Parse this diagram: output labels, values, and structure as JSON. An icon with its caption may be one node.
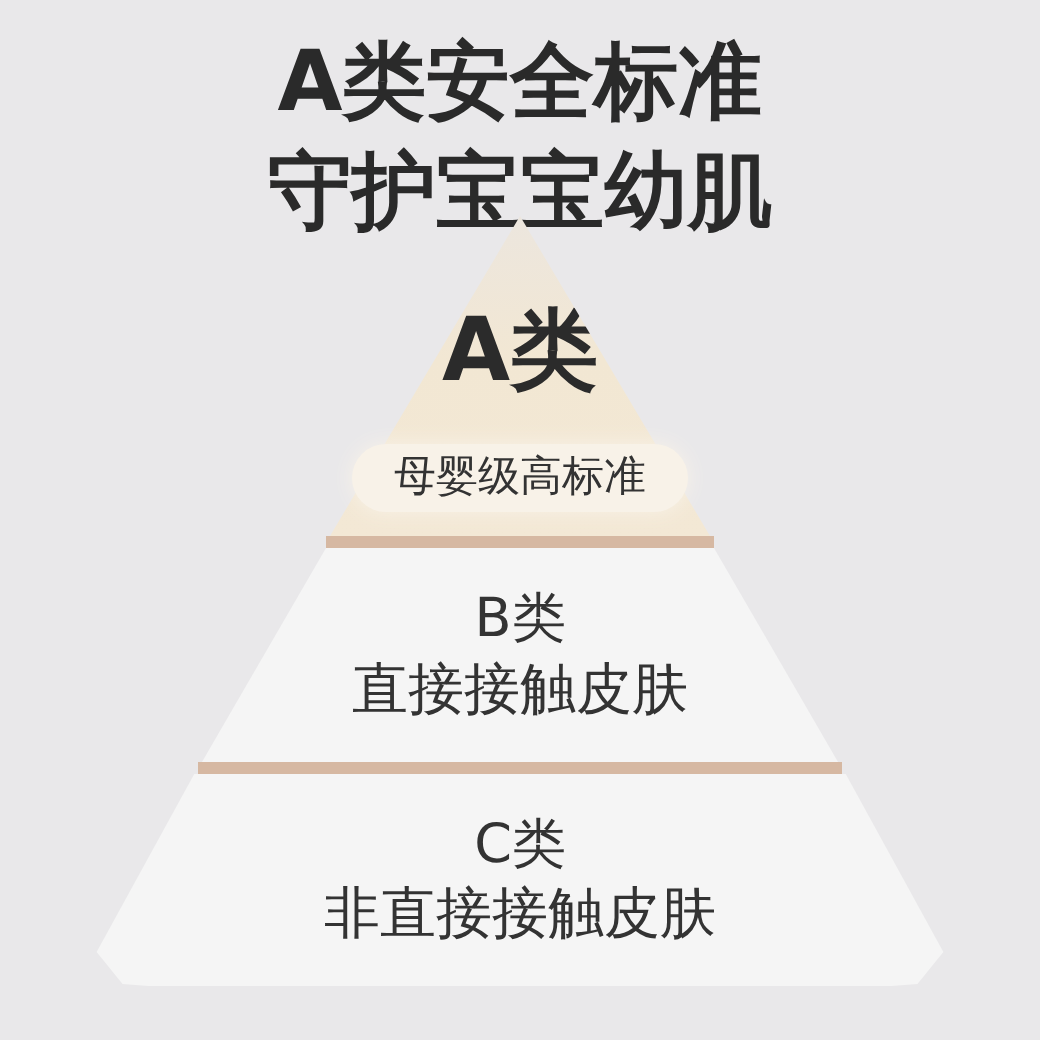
{
  "diagram": {
    "title": "A类安全标准守护宝宝幼肌",
    "nodes": [
      {
        "text": [
          "A类",
          "母婴级高标准"
        ]
      },
      {
        "text": [
          "B类",
          "直接接触皮肤"
        ]
      },
      {
        "text": [
          "C类",
          "非直接接触皮肤"
        ]
      }
    ]
  }
}
